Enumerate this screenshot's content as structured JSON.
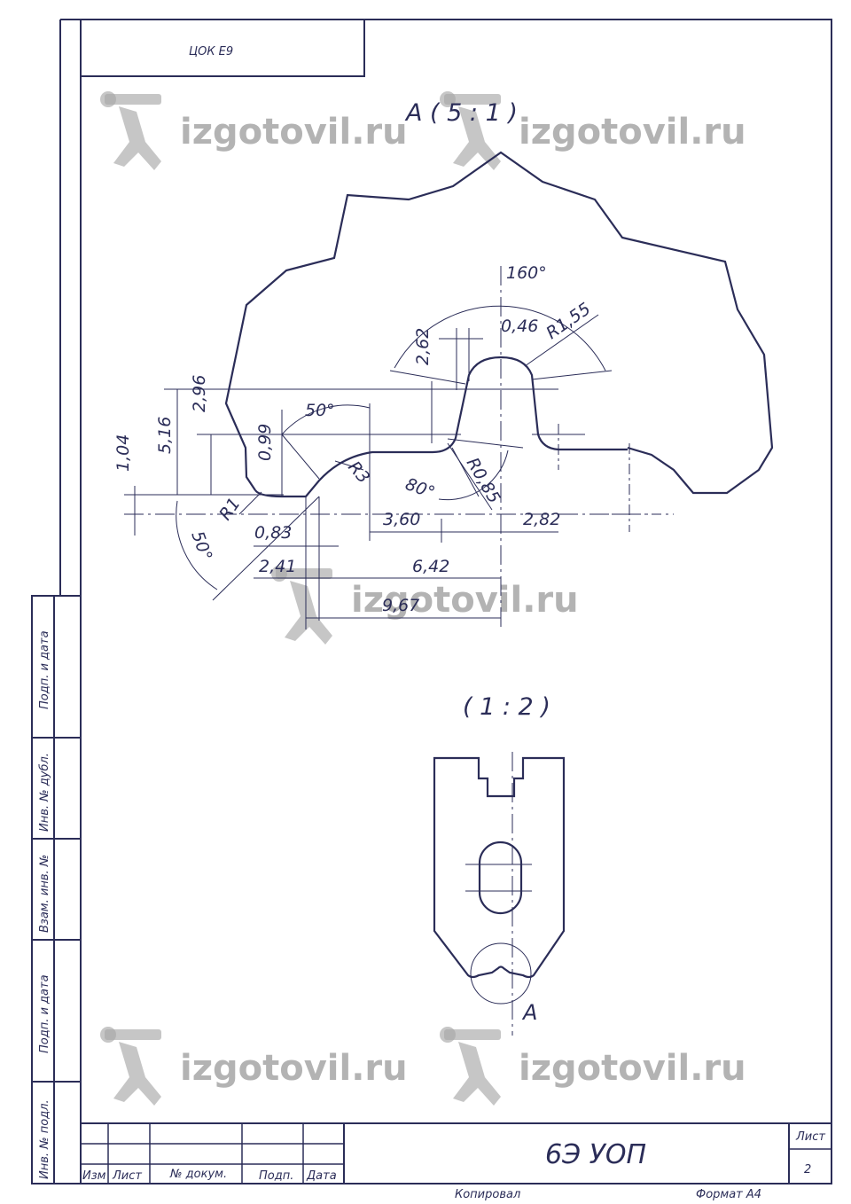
{
  "top_box_code": "ЦОК Е9",
  "view_a_title": "А  ( 5 : 1 )",
  "view_scale_title": "( 1 : 2 )",
  "view_marker": "А",
  "dimensions": {
    "d160": "160°",
    "d046": "0,46",
    "dR155": "R1,55",
    "d262": "2,62",
    "d296": "2,96",
    "d50a": "50°",
    "d099": "0,99",
    "d516": "5,16",
    "d104": "1,04",
    "dR3": "R3",
    "dR1": "R1",
    "d80": "80°",
    "dR085": "R0,85",
    "d360": "3,60",
    "d282": "2,82",
    "d083": "0,83",
    "d50b": "50°",
    "d241": "2,41",
    "d642": "6,42",
    "d967": "9,67"
  },
  "side_labels": [
    "Подп. и дата",
    "Инв. № дубл.",
    "Взам. инв. №",
    "Подп. и дата",
    "Инв. № подл."
  ],
  "title_block": {
    "designation": "6Э УОП",
    "sheet_label": "Лист",
    "sheet_number": "2",
    "col_izm": "Изм",
    "col_list": "Лист",
    "col_doc": "№ докум.",
    "col_sign": "Подп.",
    "col_date": "Дата"
  },
  "footer": {
    "copied": "Копировал",
    "format": "Формат А4"
  },
  "watermark": "izgotovil.ru"
}
